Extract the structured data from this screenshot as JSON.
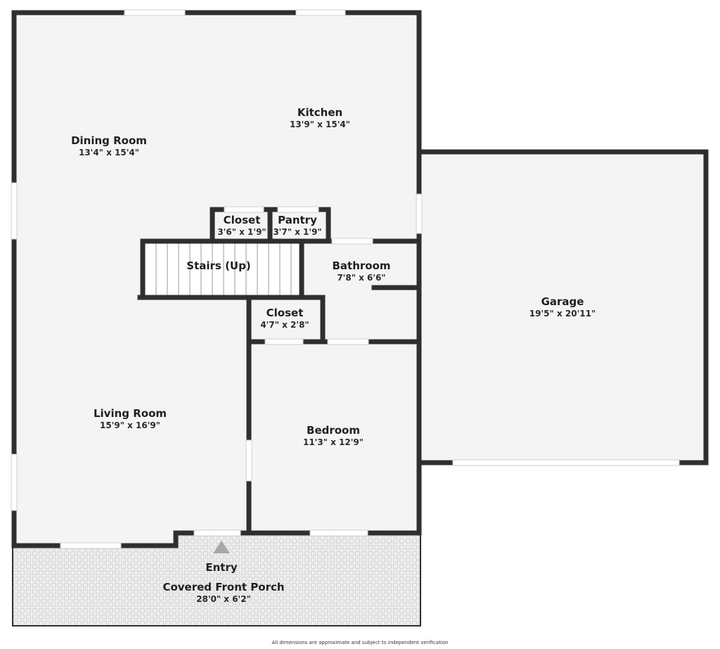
{
  "rooms": {
    "dining_room": {
      "name": "Dining Room",
      "dims": "13'4\" x 15'4\""
    },
    "kitchen": {
      "name": "Kitchen",
      "dims": "13'9\" x 15'4\""
    },
    "closet_1": {
      "name": "Closet",
      "dims": "3'6\" x 1'9\""
    },
    "pantry": {
      "name": "Pantry",
      "dims": "3'7\" x 1'9\""
    },
    "stairs": {
      "name": "Stairs (Up)"
    },
    "bathroom": {
      "name": "Bathroom",
      "dims": "7'8\" x 6'6\""
    },
    "closet_2": {
      "name": "Closet",
      "dims": "4'7\" x 2'8\""
    },
    "garage": {
      "name": "Garage",
      "dims": "19'5\" x 20'11\""
    },
    "living_room": {
      "name": "Living Room",
      "dims": "15'9\" x 16'9\""
    },
    "bedroom": {
      "name": "Bedroom",
      "dims": "11'3\" x 12'9\""
    },
    "porch": {
      "entry": "Entry",
      "name": "Covered Front Porch",
      "dims": "28'0\" x 6'2\""
    }
  },
  "footer": "All dimensions are approximate and subject to independent verification",
  "colors": {
    "wall": "#2f2f2f",
    "floor": "#f4f4f4",
    "porch": "#eeeeee",
    "opening": "#ffffff",
    "entry_arrow": "#a8a8a8"
  }
}
